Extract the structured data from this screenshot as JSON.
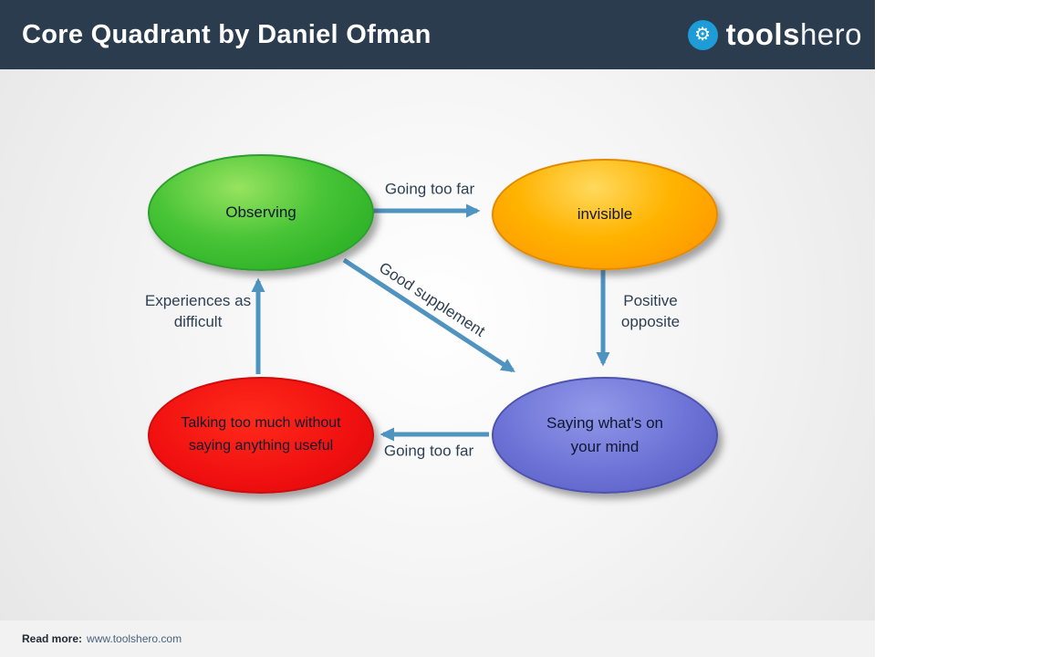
{
  "header": {
    "title": "Core Quadrant by Daniel Ofman",
    "logo": {
      "icon": "gear-icon",
      "brand_bold": "tools",
      "brand_light": "hero"
    },
    "bar_color": "#2b3c4e"
  },
  "diagram": {
    "title": "Core Quadrant",
    "arrow_color": "#4f93c0",
    "nodes": [
      {
        "id": "observing",
        "label": "Observing",
        "color": "#2fb52f"
      },
      {
        "id": "invisible",
        "label": "invisible",
        "color": "#ff9d00"
      },
      {
        "id": "talking",
        "label": "Talking too much without saying anything useful",
        "color": "#ee1111"
      },
      {
        "id": "saying",
        "label": "Saying what's on your mind",
        "color": "#6a6fd0"
      }
    ],
    "edges": [
      {
        "from": "observing",
        "to": "invisible",
        "label": "Going too far"
      },
      {
        "from": "invisible",
        "to": "saying",
        "label": "Positive opposite"
      },
      {
        "from": "saying",
        "to": "talking",
        "label": "Going too far"
      },
      {
        "from": "talking",
        "to": "observing",
        "label": "Experiences as difficult"
      },
      {
        "from": "observing",
        "to": "saying",
        "label": "Good supplement"
      }
    ]
  },
  "footer": {
    "read_more_label": "Read more:",
    "url": "www.toolshero.com"
  }
}
